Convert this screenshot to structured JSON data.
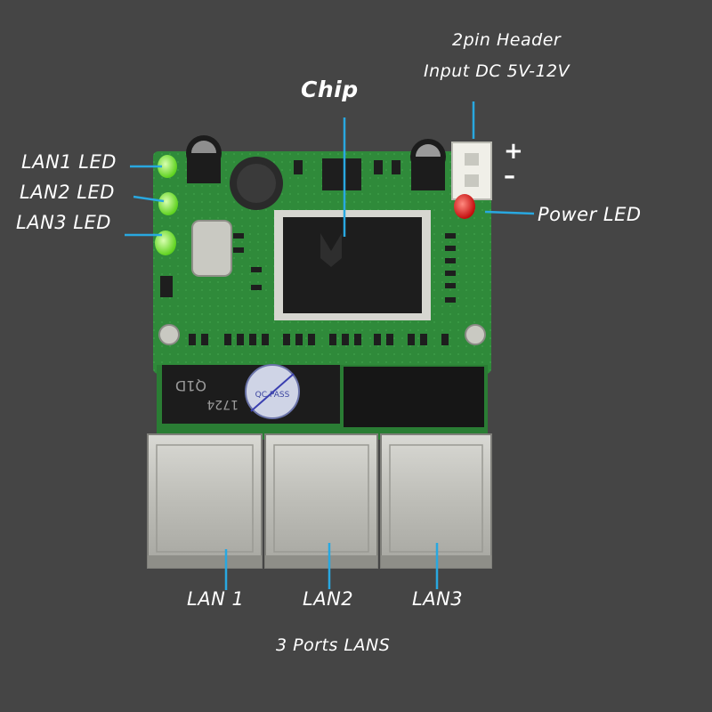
{
  "labels": {
    "header_line1": "2pin Header",
    "header_line2": "Input DC 5V-12V",
    "chip": "Chip",
    "lan1_led": "LAN1 LED",
    "lan2_led": "LAN2 LED",
    "lan3_led": "LAN3 LED",
    "power_led": "Power LED",
    "plus": "+",
    "minus": "–",
    "lan1": "LAN 1",
    "lan2": "LAN2",
    "lan3": "LAN3",
    "caption": "3 Ports LANS"
  },
  "board_markings": {
    "transformer_code": "Q1D",
    "transformer_num": "1724",
    "qc_sticker": "QC PASS"
  },
  "colors": {
    "background": "#454545",
    "pcb": "#2f8a3a",
    "callout_line": "#29a8e0",
    "led_green": "#7cf03a",
    "led_red": "#e01818"
  }
}
